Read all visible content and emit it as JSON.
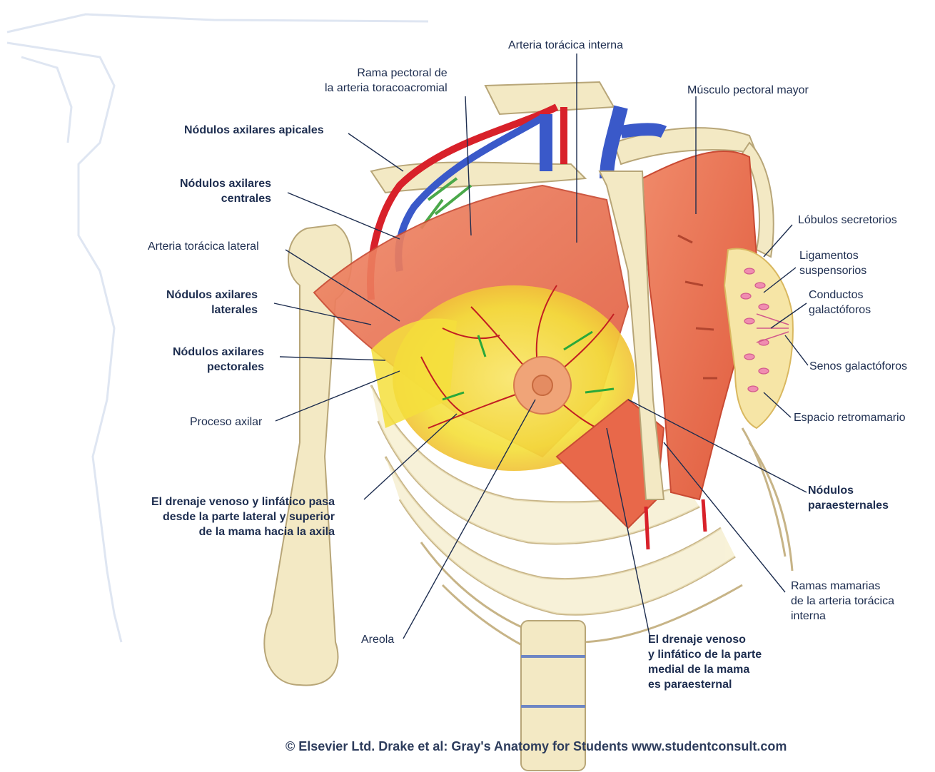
{
  "labels": {
    "arteria_toracica_interna": "Arteria torácica interna",
    "rama_pectoral_1": "Rama pectoral de",
    "rama_pectoral_2": "la arteria toracoacromial",
    "musculo_pectoral_mayor": "Músculo pectoral mayor",
    "nodulos_apicales": "Nódulos axilares apicales",
    "nodulos_centrales_1": "Nódulos axilares",
    "nodulos_centrales_2": "centrales",
    "arteria_toracica_lateral": "Arteria torácica lateral",
    "nodulos_laterales_1": "Nódulos axilares",
    "nodulos_laterales_2": "laterales",
    "nodulos_pectorales_1": "Nódulos axilares",
    "nodulos_pectorales_2": "pectorales",
    "proceso_axilar": "Proceso axilar",
    "drenaje_lateral_1": "El drenaje venoso y linfático pasa",
    "drenaje_lateral_2": "desde la parte lateral y superior",
    "drenaje_lateral_3": "de la mama hacia la axila",
    "areola": "Areola",
    "drenaje_medial_1": "El drenaje venoso",
    "drenaje_medial_2": "y linfático de la parte",
    "drenaje_medial_3": "medial de la mama",
    "drenaje_medial_4": "es paraesternal",
    "lobulos_secretorios": "Lóbulos secretorios",
    "ligamentos_1": "Ligamentos",
    "ligamentos_2": "suspensorios",
    "conductos_1": "Conductos",
    "conductos_2": "galactóforos",
    "senos_galactoforos": "Senos galactóforos",
    "espacio_retromamario": "Espacio retromamario",
    "nodulos_paraesternales_1": "Nódulos",
    "nodulos_paraesternales_2": "paraesternales",
    "ramas_mamarias_1": "Ramas mamarias",
    "ramas_mamarias_2": "de la arteria torácica",
    "ramas_mamarias_3": "interna"
  },
  "credit": "© Elsevier Ltd. Drake et al: Gray's Anatomy for Students www.studentconsult.com",
  "colors": {
    "label_text": "#1d2d4f",
    "muscle": "#e8684a",
    "muscle_dark": "#c94a33",
    "gland": "#f4e44a",
    "bone": "#f3e9c4",
    "artery": "#d8212a",
    "vein": "#3a59c9",
    "lymph": "#4aa84a",
    "leader": "#1d2d4f"
  }
}
